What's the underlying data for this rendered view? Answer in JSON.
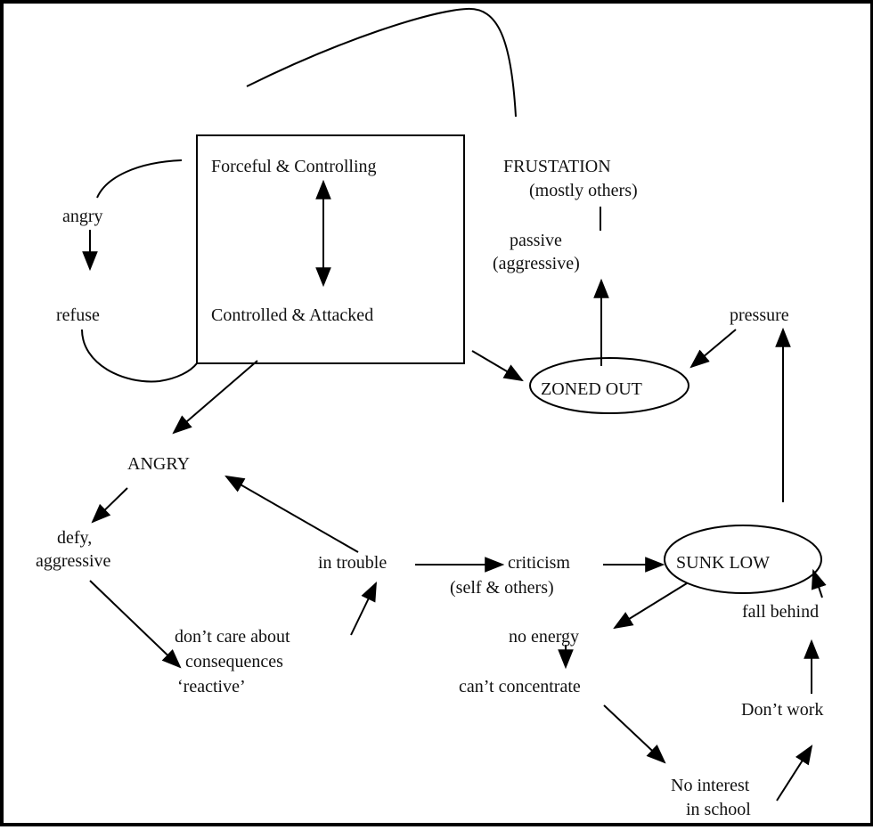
{
  "diagram": {
    "box": {
      "top": "Forceful & Controlling",
      "bottom": "Controlled & Attacked"
    },
    "left_loop": {
      "angry": "angry",
      "refuse": "refuse"
    },
    "frustration": {
      "title": "FRUSTATION",
      "subtitle": "(mostly others)"
    },
    "passive": {
      "line1": "passive",
      "line2": "(aggressive)"
    },
    "pressure": "pressure",
    "zoned_out": "ZONED OUT",
    "angry_main": "ANGRY",
    "defy": {
      "line1": "defy,",
      "line2": "aggressive"
    },
    "dont_care": {
      "line1": "don’t care about",
      "line2": "consequences",
      "line3": "‘reactive’"
    },
    "in_trouble": "in trouble",
    "criticism": {
      "line1": "criticism",
      "line2": "(self & others)"
    },
    "sunk_low": "SUNK LOW",
    "fall_behind": "fall behind",
    "no_energy": "no energy",
    "cant_concentrate": "can’t concentrate",
    "dont_work": "Don’t work",
    "no_interest": {
      "line1": "No interest",
      "line2": "in school"
    }
  }
}
